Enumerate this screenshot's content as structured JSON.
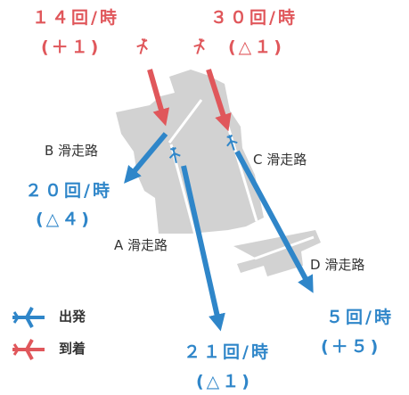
{
  "runways": {
    "a": "A 滑走路",
    "b": "B 滑走路",
    "c": "C 滑走路",
    "d": "D 滑走路"
  },
  "flows": {
    "arrival_left": {
      "rate": "１４回/時",
      "change": "(＋１)"
    },
    "arrival_right": {
      "rate": "３０回/時",
      "change": "(△１)"
    },
    "departure_b": {
      "rate": "２０回/時",
      "change": "(△４)"
    },
    "departure_a": {
      "rate": "２１回/時",
      "change": "(△１)"
    },
    "departure_c": {
      "rate": "５回/時",
      "change": "(＋５)"
    }
  },
  "legend": {
    "departure": "出発",
    "arrival": "到着"
  },
  "colors": {
    "arrival": "#e0575b",
    "departure": "#2f86c9",
    "airport": "#d2d2d2",
    "runway": "#ffffff"
  },
  "icons": {
    "arrival": "airplane-icon",
    "departure": "airplane-icon"
  }
}
